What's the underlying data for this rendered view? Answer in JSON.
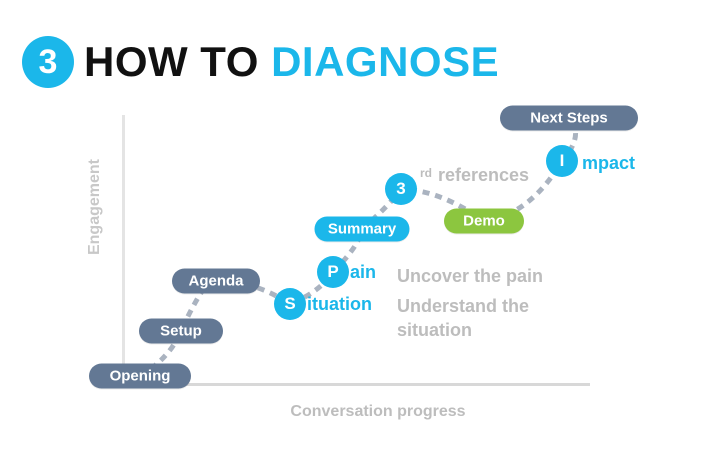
{
  "title": {
    "number": "3",
    "prefix": "HOW TO",
    "highlight": "DIAGNOSE"
  },
  "axes": {
    "y": "Engagement",
    "x": "Conversation progress"
  },
  "steps": {
    "opening": "Opening",
    "setup": "Setup",
    "agenda": "Agenda",
    "summary": "Summary",
    "demo": "Demo",
    "next_steps": "Next Steps"
  },
  "spin": {
    "situation": {
      "letter": "S",
      "rest": "ituation",
      "note_line1": "Understand the",
      "note_line2": "situation"
    },
    "pain": {
      "letter": "P",
      "rest": "ain",
      "note": "Uncover the pain"
    },
    "third": {
      "letter": "3",
      "sup": "rd",
      "rest": "references"
    },
    "impact": {
      "letter": "I",
      "rest": "mpact"
    }
  },
  "colors": {
    "accent": "#1bb7ea",
    "slate": "#637894",
    "green": "#8cc63f",
    "path": "#aab3c0",
    "muted": "#bdbdbd"
  }
}
